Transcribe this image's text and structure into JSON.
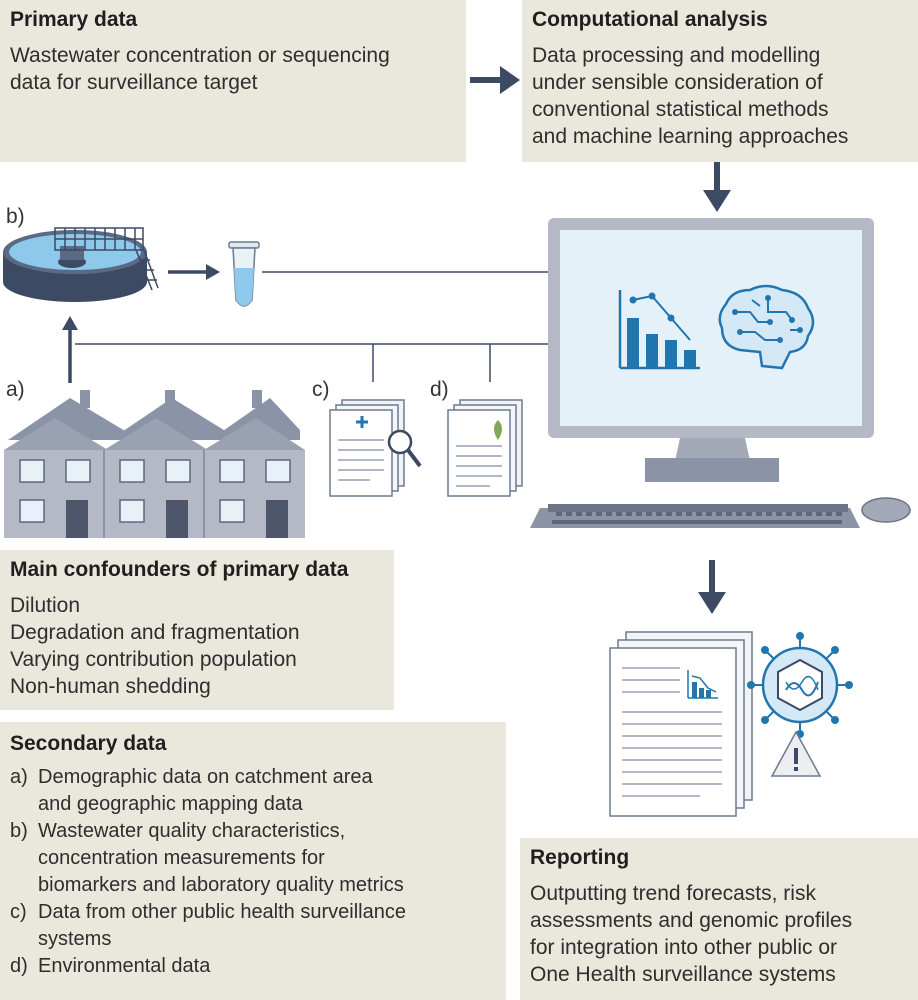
{
  "primary": {
    "title": "Primary data",
    "lines": [
      "Wastewater concentration or sequencing",
      "data for surveillance target"
    ]
  },
  "computational": {
    "title": "Computational analysis",
    "lines": [
      "Data processing and modelling",
      "under sensible consideration of",
      "conventional statistical methods",
      "and machine learning approaches"
    ]
  },
  "confounders": {
    "title": "Main confounders of primary data",
    "items": [
      "Dilution",
      "Degradation and fragmentation",
      "Varying contribution population",
      "Non-human shedding"
    ]
  },
  "secondary": {
    "title": "Secondary data",
    "items": [
      {
        "key": "a)",
        "lines": [
          "Demographic data on catchment area",
          "and geographic mapping data"
        ]
      },
      {
        "key": "b)",
        "lines": [
          "Wastewater quality characteristics,",
          "concentration measurements for",
          "biomarkers and laboratory quality metrics"
        ]
      },
      {
        "key": "c)",
        "lines": [
          "Data from other public health surveillance",
          "systems"
        ]
      },
      {
        "key": "d)",
        "lines": [
          "Environmental data"
        ]
      }
    ]
  },
  "reporting": {
    "title": "Reporting",
    "lines": [
      "Outputting trend forecasts, risk",
      "assessments and genomic profiles",
      "for integration into other public or",
      "One Health surveillance systems"
    ]
  },
  "labels": {
    "a": "a)",
    "b": "b)",
    "c": "c)",
    "d": "d)"
  },
  "colors": {
    "panel": "#eae7dd",
    "arrow": "#3c4a63",
    "accent": "#2176b0",
    "screen": "#e4f1f9",
    "building": "#b5b9c6"
  },
  "icons": [
    "treatment-tank-icon",
    "sample-tube-icon",
    "houses-icon",
    "medical-document-icon",
    "environmental-document-icon",
    "computer-icon",
    "bar-chart-icon",
    "ai-brain-icon",
    "report-stack-icon",
    "virus-icon",
    "warning-icon"
  ]
}
